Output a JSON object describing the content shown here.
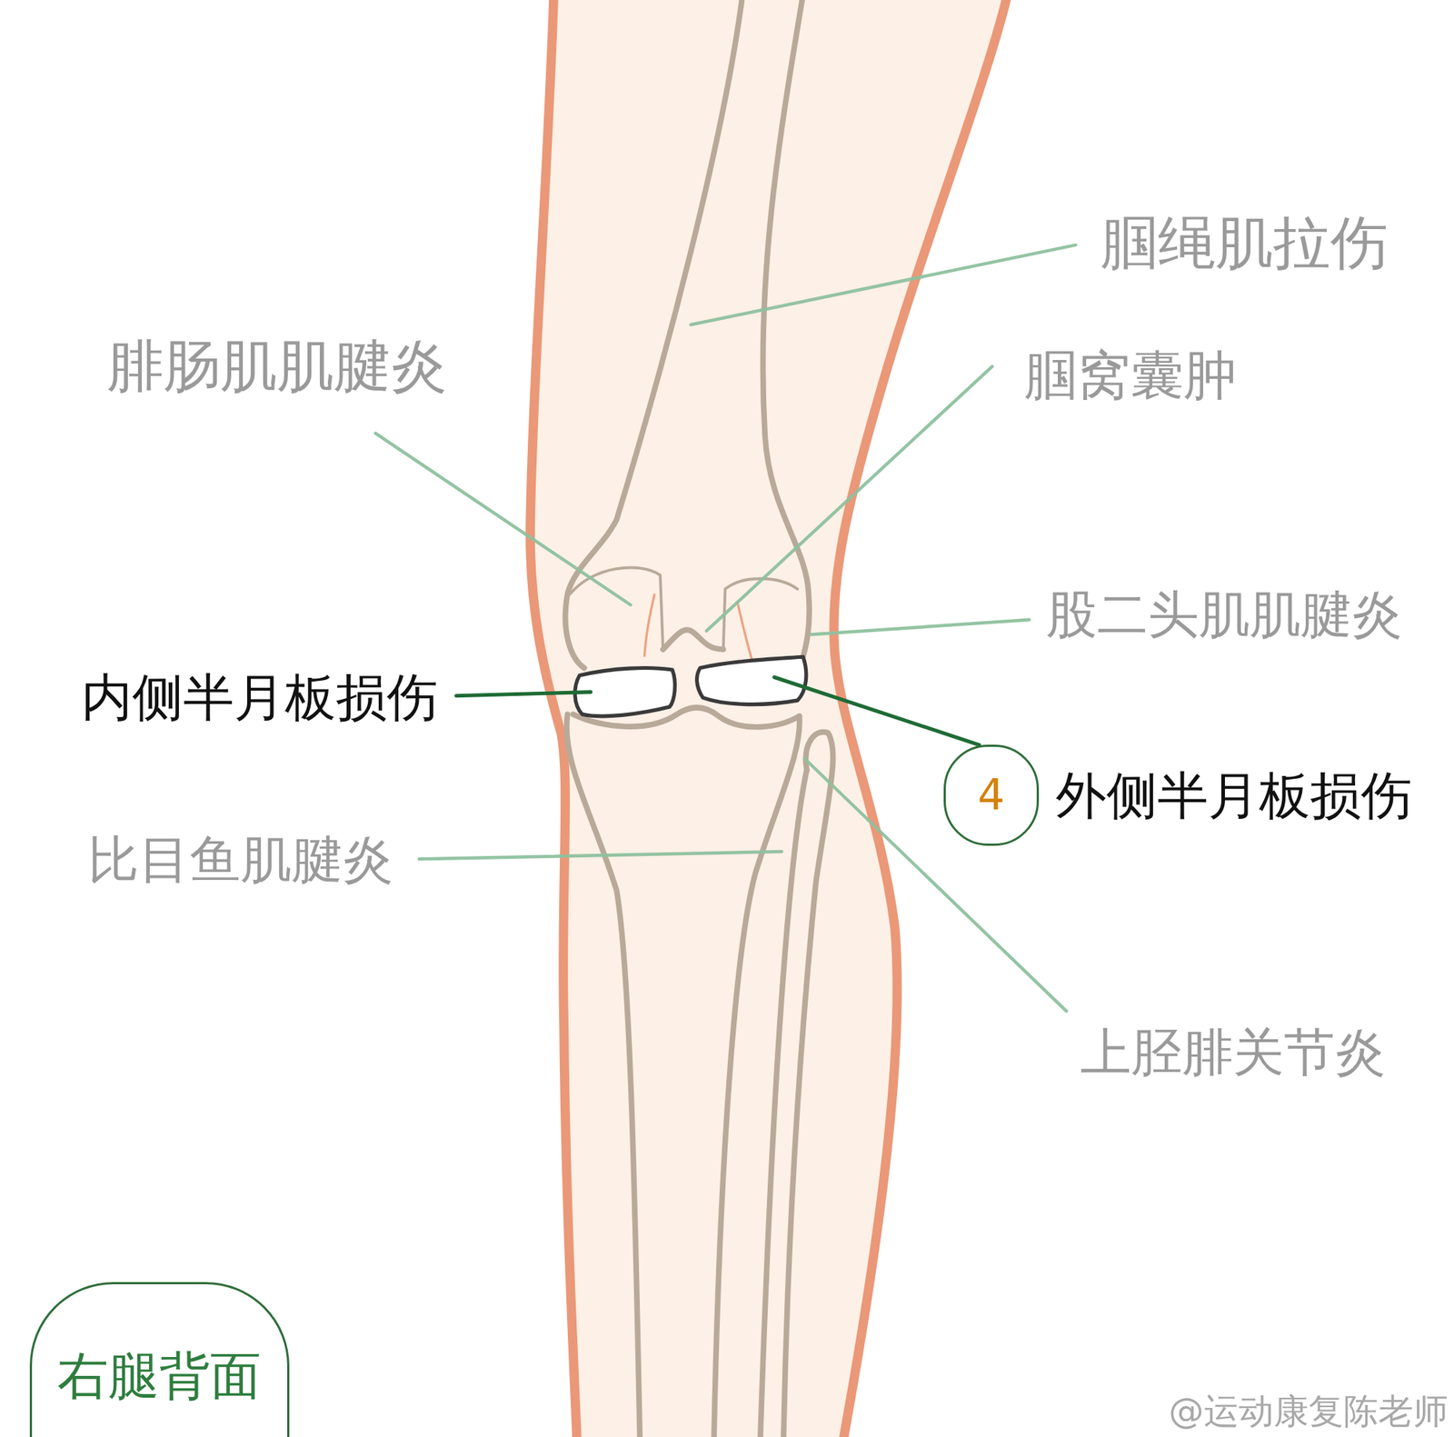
{
  "diagram": {
    "nodes": [
      {
        "text": [
          "4"
        ]
      },
      {
        "text": [
          "右腿背面"
        ]
      }
    ],
    "labels": [
      "腘绳肌拉伤",
      "腓肠肌肌腱炎",
      "腘窝囊肿",
      "股二头肌肌腱炎",
      "内侧半月板损伤",
      "外侧半月板损伤",
      "比目鱼肌腱炎",
      "上胫腓关节炎",
      "@运动康复陈老师"
    ]
  }
}
